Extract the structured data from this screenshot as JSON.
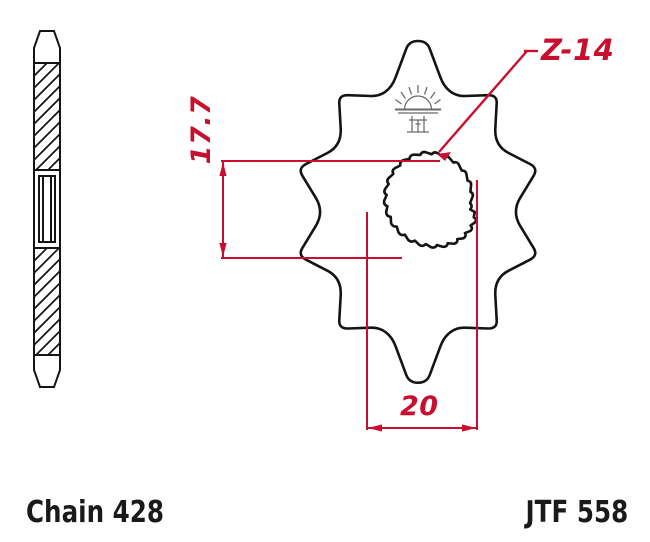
{
  "drawing": {
    "title": "JT front sprocket technical drawing",
    "colors": {
      "outline": "#141414",
      "dimension": "#c8102e",
      "logo": "#6a6a6a",
      "background": "#ffffff"
    }
  },
  "views": {
    "side_section": {
      "name": "side-section-view",
      "description": "hatched cross section of sprocket profile"
    },
    "front": {
      "name": "front-view",
      "teeth_count": 14,
      "spline_count": 21
    }
  },
  "callouts": {
    "teeth": {
      "label": "Z-14",
      "meaning": "14 teeth"
    }
  },
  "dimensions": {
    "inner_diameter": {
      "label": "17.7",
      "unit": "mm",
      "orientation": "vertical"
    },
    "outer_width": {
      "label": "20",
      "unit": "mm",
      "orientation": "horizontal"
    }
  },
  "footer": {
    "chain": "Chain 428",
    "part_number": "JTF 558"
  },
  "branding": {
    "logo_name": "jt-sunrise-logo"
  }
}
